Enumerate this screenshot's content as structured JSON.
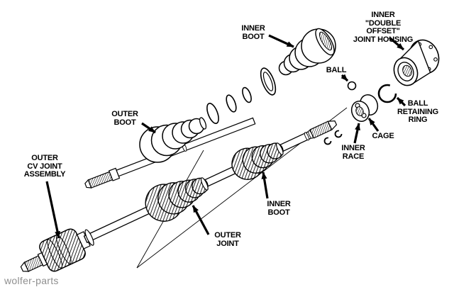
{
  "watermark": "wolfer-parts",
  "colors": {
    "ink": "#000000",
    "background": "#ffffff",
    "watermark": "#8f8f8f"
  },
  "labels": {
    "inner_boot_top": "INNER\nBOOT",
    "joint_housing": "INNER\n\"DOUBLE OFFSET\"\nJOINT HOUSING",
    "ball": "BALL",
    "ball_retaining_ring": "BALL\nRETAINING\nRING",
    "cage": "CAGE",
    "inner_race": "INNER\nRACE",
    "outer_boot": "OUTER\nBOOT",
    "outer_cv_joint_assembly": "OUTER\nCV JOINT\nASSEMBLY",
    "inner_boot_bottom": "INNER\nBOOT",
    "outer_joint": "OUTER\nJOINT"
  }
}
